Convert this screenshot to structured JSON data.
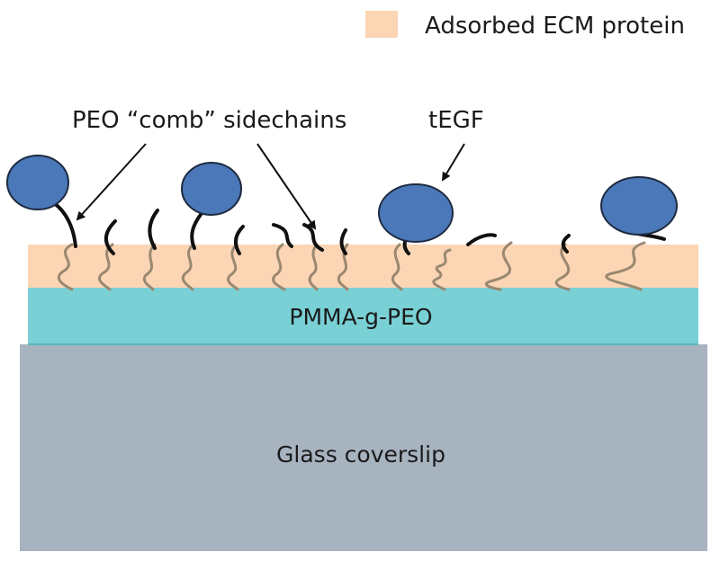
{
  "legend": {
    "label": "Adsorbed ECM protein",
    "swatch_color": "#fcd5b4"
  },
  "labels": {
    "sidechains": "PEO “comb” sidechains",
    "tegf": "tEGF",
    "pmma_layer": "PMMA-g-PEO",
    "glass_layer": "Glass coverslip"
  },
  "colors": {
    "ecm_layer": "#fcd5b4",
    "pmma_layer": "#79d1d6",
    "pmma_edge": "#5cb6bd",
    "glass_layer": "#a8b3c0",
    "tegf_fill": "#4a78b8",
    "tegf_stroke": "#1e2a40",
    "chain_exposed": "#111111",
    "chain_embedded": "#9a8870",
    "arrow": "#111111"
  },
  "icons": {
    "tegf": "tegf-protein-icon",
    "chain": "peo-sidechain-icon",
    "arrow": "pointer-arrow-icon"
  }
}
